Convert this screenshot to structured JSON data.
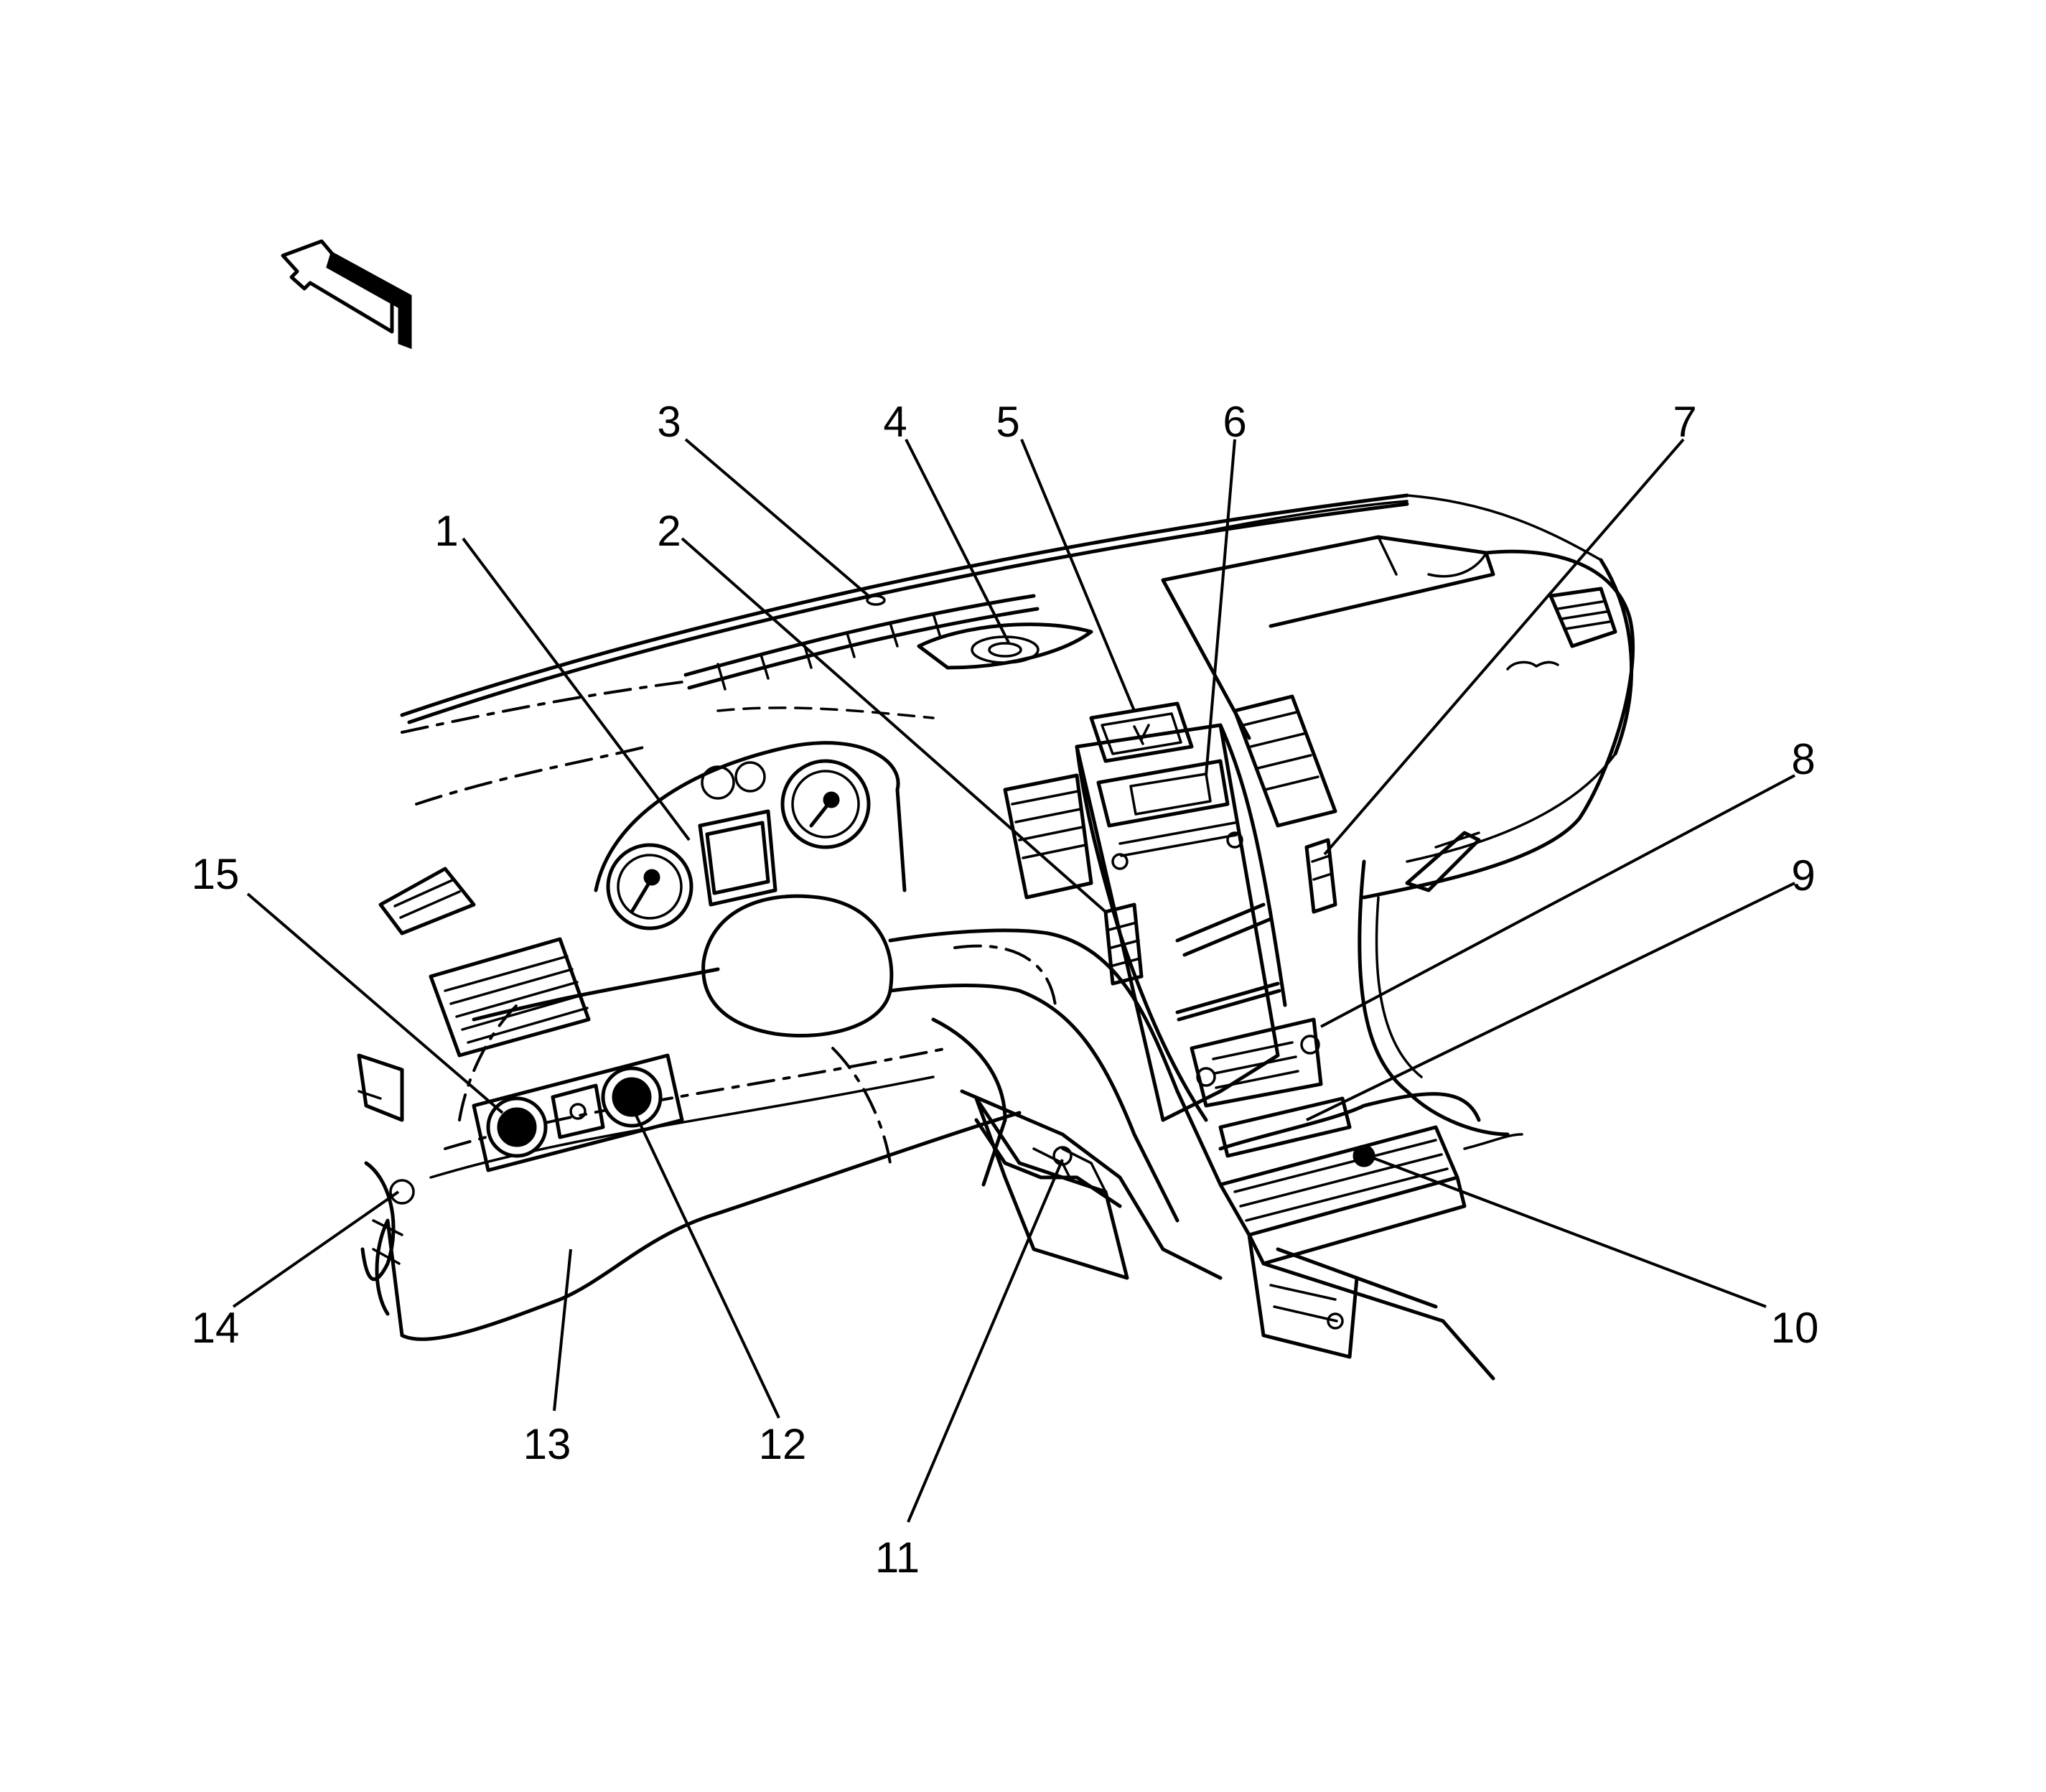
{
  "diagram": {
    "callouts": [
      {
        "id": "1",
        "label": "1"
      },
      {
        "id": "2",
        "label": "2"
      },
      {
        "id": "3",
        "label": "3"
      },
      {
        "id": "4",
        "label": "4"
      },
      {
        "id": "5",
        "label": "5"
      },
      {
        "id": "6",
        "label": "6"
      },
      {
        "id": "7",
        "label": "7"
      },
      {
        "id": "8",
        "label": "8"
      },
      {
        "id": "9",
        "label": "9"
      },
      {
        "id": "10",
        "label": "10"
      },
      {
        "id": "11",
        "label": "11"
      },
      {
        "id": "12",
        "label": "12"
      },
      {
        "id": "13",
        "label": "13"
      },
      {
        "id": "14",
        "label": "14"
      },
      {
        "id": "15",
        "label": "15"
      }
    ],
    "colors": {
      "ink": "#000000",
      "paper": "#ffffff"
    },
    "icons": {
      "direction": "forward-arrow-icon"
    }
  }
}
